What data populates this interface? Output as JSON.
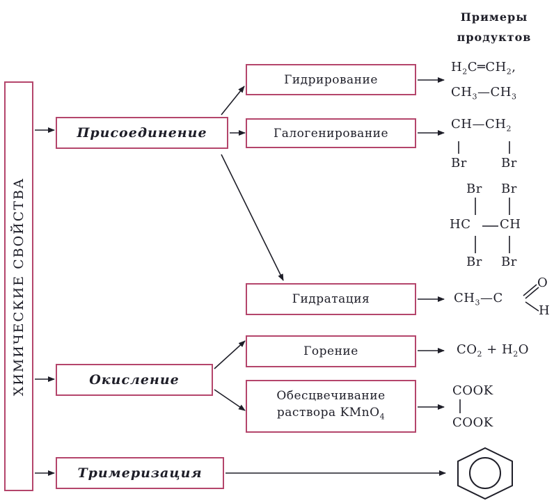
{
  "side_label": "ХИМИЧЕСКИЕ СВОЙСТВА",
  "header": {
    "line1": "Примеры",
    "line2": "продуктов"
  },
  "categories": {
    "addition": "Присоединение",
    "oxidation": "Окисление",
    "trimerization": "Тримеризация"
  },
  "reactions": {
    "hydrogenation": "Гидрирование",
    "halogenation": "Галогенирование",
    "hydration": "Гидратация",
    "combustion": "Горение",
    "decolorization_line1": "Обесцвечивание",
    "decolorization_line2": "раствора KMnO",
    "decolorization_sub": "4"
  },
  "products": {
    "hydrogenation_1": {
      "a": "H",
      "a_sub": "2",
      "b": "C═CH",
      "b_sub": "2",
      "c": ","
    },
    "hydrogenation_2": {
      "a": "CH",
      "a_sub": "3",
      "b": "—CH",
      "b_sub": "3"
    },
    "dibromo": {
      "top": "CH—CH",
      "top_sub": "2",
      "br": "Br"
    },
    "tetrabromo": {
      "br": "Br",
      "hc": "HC",
      "ch": "CH"
    },
    "aldehyde": {
      "ch": "CH",
      "ch_sub": "3",
      "c": "—C",
      "o": "O",
      "h": "H"
    },
    "combustion": {
      "co": "CO",
      "co_sub": "2",
      "plus": " + H",
      "h_sub": "2",
      "o": "O"
    },
    "oxalate": {
      "line1": "COOK",
      "line2": "COOK"
    }
  }
}
